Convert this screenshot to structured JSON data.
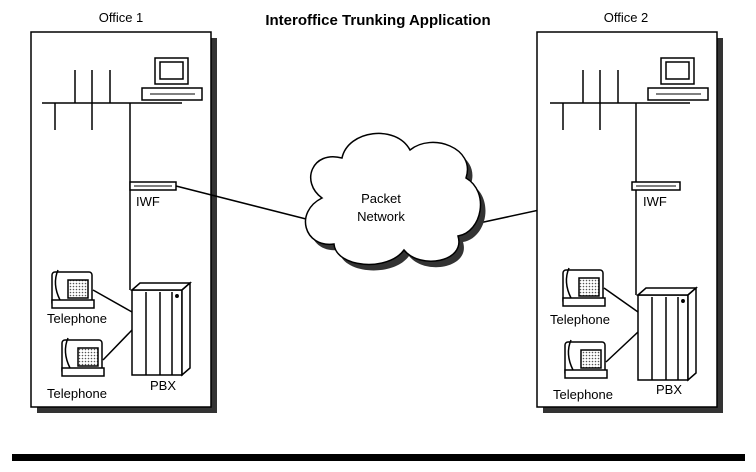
{
  "title": "Interoffice Trunking Application",
  "offices": [
    {
      "label": "Office 1",
      "iwf_label": "IWF",
      "pbx_label": "PBX",
      "telephone_labels": [
        "Telephone",
        "Telephone"
      ]
    },
    {
      "label": "Office 2",
      "iwf_label": "IWF",
      "pbx_label": "PBX",
      "telephone_labels": [
        "Telephone",
        "Telephone"
      ]
    }
  ],
  "network": {
    "label_line1": "Packet",
    "label_line2": "Network"
  },
  "icons": [
    "lan-bus-icon",
    "computer-icon",
    "iwf-device-icon",
    "cloud-icon",
    "telephone-icon",
    "pbx-icon"
  ]
}
